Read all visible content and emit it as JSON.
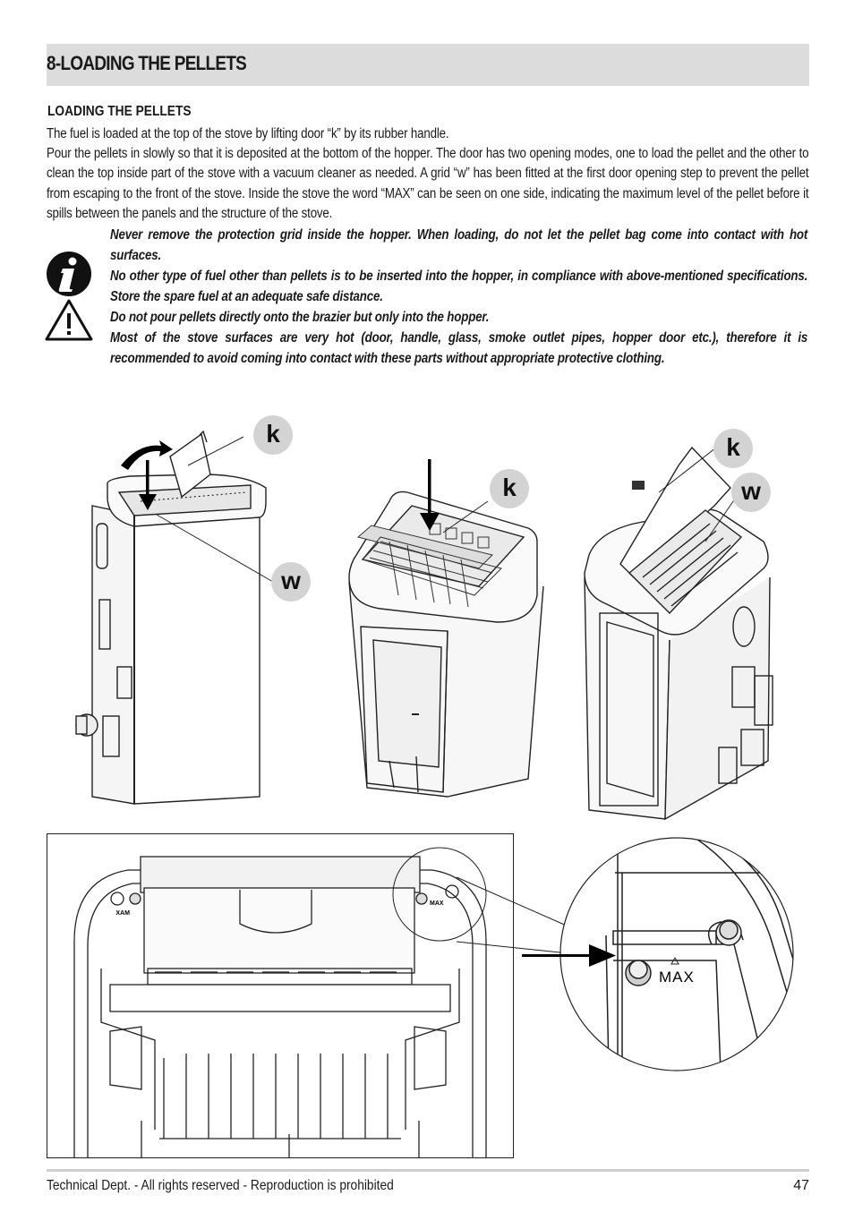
{
  "section": {
    "title": "8-LOADING THE PELLETS"
  },
  "subsection": {
    "title": "LOADING THE PELLETS"
  },
  "body": {
    "p1": "The fuel is loaded at the top of the stove by lifting door “k” by its rubber handle.",
    "p2": "Pour the pellets in slowly so that it is deposited at the bottom of the hopper. The door has two opening modes, one to load the pellet and the other to clean the top inside part of the stove with a vacuum cleaner as needed. A grid “w” has been fitted at the first door opening step to prevent the pellet from escaping to the front of the stove. Inside the stove the word “MAX” can be seen on one side, indicating the maximum level of the pellet before it spills between the panels and the structure of the stove."
  },
  "warnings": [
    "Never remove the protection grid inside the hopper. When loading, do not let the pellet bag come into contact with hot surfaces.",
    "No other type of fuel other than pellets is to be inserted into the hopper, in compliance with above-mentioned specifications. Store the spare fuel at an adequate safe distance.",
    "Do not pour pellets directly onto the brazier but only into the hopper.",
    "Most of the stove surfaces are very hot (door, handle, glass, smoke outlet pipes, hopper door etc.), therefore it is recommended to avoid coming into contact with these parts without appropriate protective clothing."
  ],
  "icons": {
    "info": "info-icon",
    "warning": "warning-triangle-icon"
  },
  "figure_labels": {
    "k1": "k",
    "w1": "w",
    "k2": "k",
    "k3": "k",
    "w3": "w",
    "max_small": "MAX",
    "max_small_mirrored": "MAX",
    "max_large": "MAX"
  },
  "footer": {
    "text": "Technical Dept. - All rights reserved - Reproduction is prohibited",
    "page": "47"
  },
  "colors": {
    "section_bar": "#dcdcdc",
    "callout": "#d3d3d3",
    "footer_line": "#cfcfcf"
  }
}
